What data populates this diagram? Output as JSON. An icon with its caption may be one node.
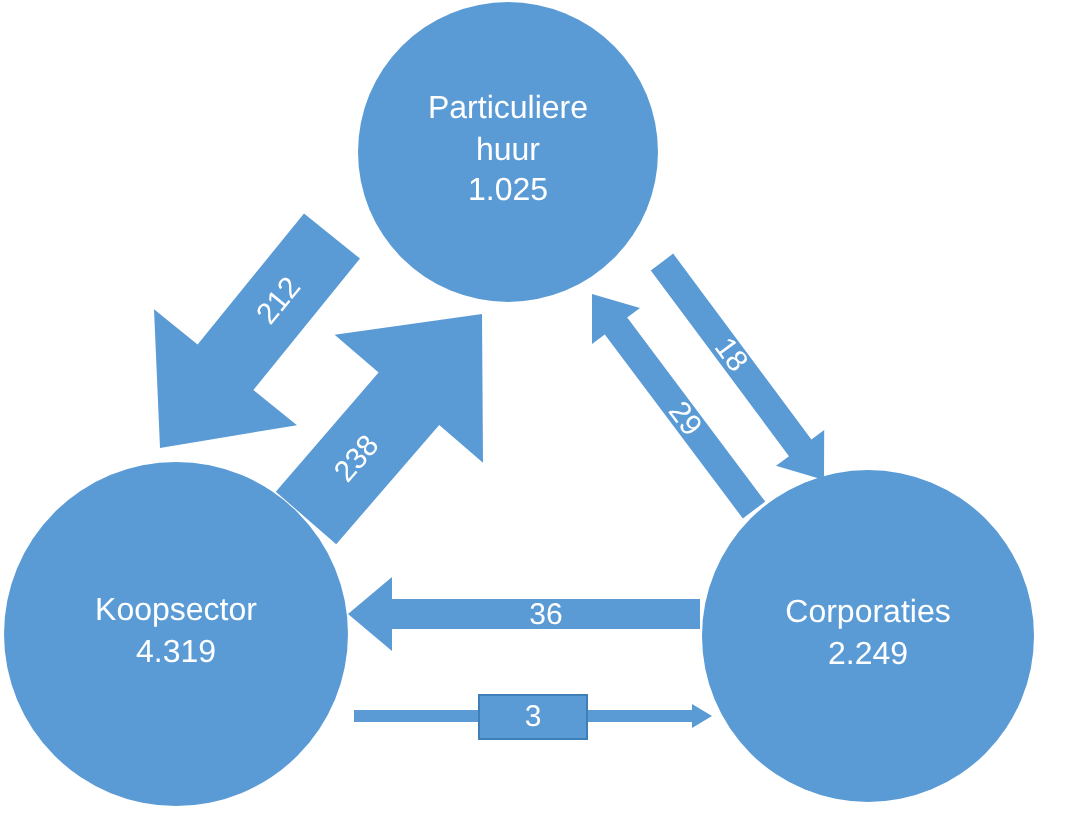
{
  "diagram": {
    "nodes": [
      {
        "text": [
          "Particuliere huur",
          "1.025"
        ]
      },
      {
        "text": [
          "Koopsector",
          "4.319"
        ]
      },
      {
        "text": [
          "Corporaties",
          "2.249"
        ]
      }
    ],
    "edges": [
      {
        "from": 0,
        "to": 1,
        "arrow": "to",
        "label": "212"
      },
      {
        "from": 1,
        "to": 0,
        "arrow": "to",
        "label": "238"
      },
      {
        "from": 0,
        "to": 2,
        "arrow": "to",
        "label": "18"
      },
      {
        "from": 2,
        "to": 0,
        "arrow": "to",
        "label": "29"
      },
      {
        "from": 2,
        "to": 1,
        "arrow": "to",
        "label": "36"
      },
      {
        "from": 1,
        "to": 2,
        "arrow": "to",
        "label": "3"
      }
    ]
  }
}
